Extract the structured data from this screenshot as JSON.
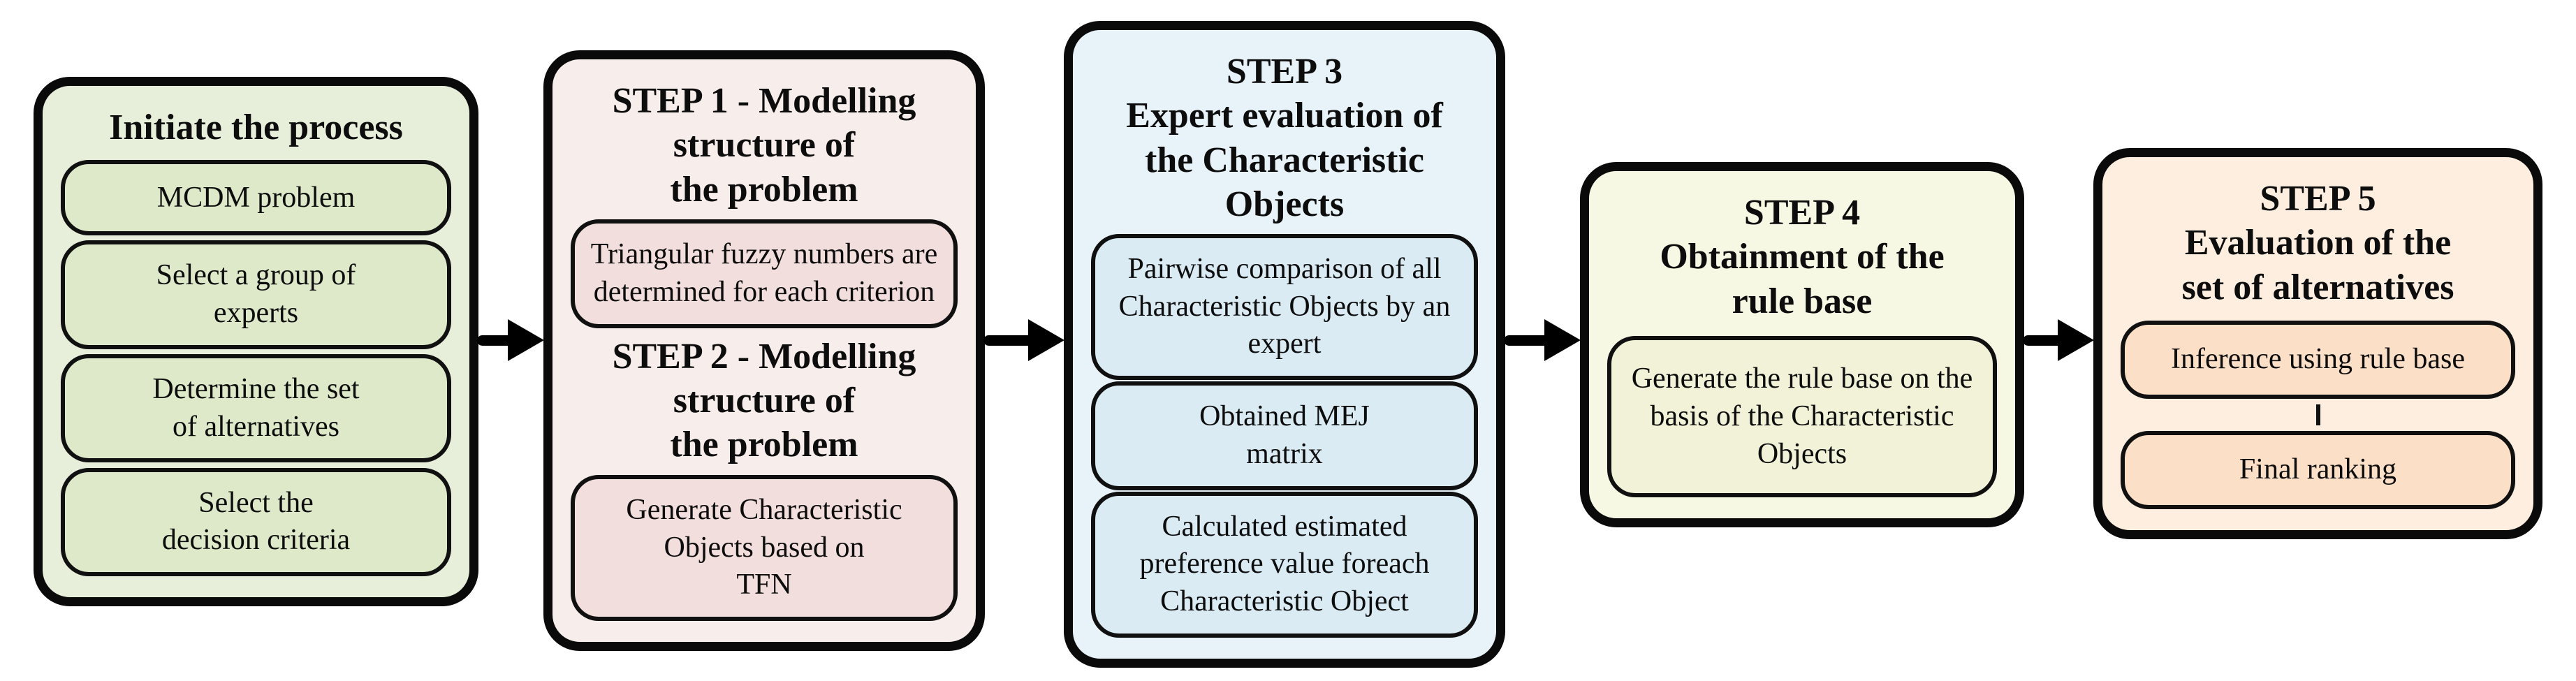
{
  "figure": {
    "type": "flowchart",
    "description": "COMET MCDM method process flow with five stages connected by right arrows",
    "background_color": "#ffffff",
    "outline_color": "#0a0a0a",
    "arrow_color": "#000000",
    "stages": [
      {
        "title": "Initiate the process",
        "bg": "#e7efdb",
        "item_bg": "#dde9c9",
        "items": [
          "MCDM problem",
          "Select a group of\nexperts",
          "Determine the set\nof alternatives",
          "Select the\ndecision criteria"
        ]
      },
      {
        "title": "STEP 1 - Modelling\nstructure of\nthe problem",
        "title2": "STEP 2 - Modelling\nstructure of\nthe problem",
        "bg": "#f7edeb",
        "item_bg": "#f2dedc",
        "items": [
          "Triangular fuzzy numbers are\ndetermined for each criterion",
          "Generate Characteristic\nObjects based on\nTFN"
        ]
      },
      {
        "title": "STEP 3\nExpert evaluation of\nthe Characteristic\nObjects",
        "bg": "#e8f3f9",
        "item_bg": "#daebf4",
        "items": [
          "Pairwise comparison of all\nCharacteristic Objects by an\nexpert",
          "Obtained MEJ\nmatrix",
          "Calculated estimated\npreference value foreach\nCharacteristic Object"
        ]
      },
      {
        "title": "STEP 4\nObtainment of the\nrule base",
        "bg": "#f7f8e3",
        "item_bg": "#f1f2d7",
        "items": [
          "Generate the rule base on the\nbasis of the Characteristic\nObjects"
        ]
      },
      {
        "title": "STEP 5\nEvaluation of the\nset of alternatives",
        "bg": "#fdeee0",
        "item_bg": "#fbdfc7",
        "items": [
          "Inference using rule base",
          "Final ranking"
        ]
      }
    ]
  }
}
